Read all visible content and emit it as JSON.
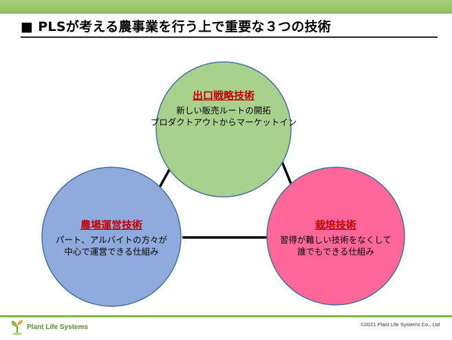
{
  "header": {
    "bullet": "■",
    "title": "PLSが考える農事業を行う上で重要な３つの技術"
  },
  "nodes": {
    "top": {
      "title": "出口戦略技術",
      "lines": [
        "新しい販売ルートの開拓",
        "プロダクトアウトからマーケットイン"
      ],
      "fill": "#a9d18e"
    },
    "left": {
      "title": "農場運営技術",
      "lines": [
        "パート、アルバイトの方々が",
        "中心で運営できる仕組み"
      ],
      "fill": "#8faadc"
    },
    "right": {
      "title": "栽培技術",
      "lines": [
        "習得が難しい技術をなくして",
        "誰でもできる仕組み"
      ],
      "fill": "#ff6699"
    }
  },
  "footer": {
    "logo_name": "Plant Life Systems",
    "copyright": "©2021 Plant Life Systems Co., Ltd"
  },
  "colors": {
    "accent_green": "#8fbf60",
    "title_red": "#c00000"
  }
}
